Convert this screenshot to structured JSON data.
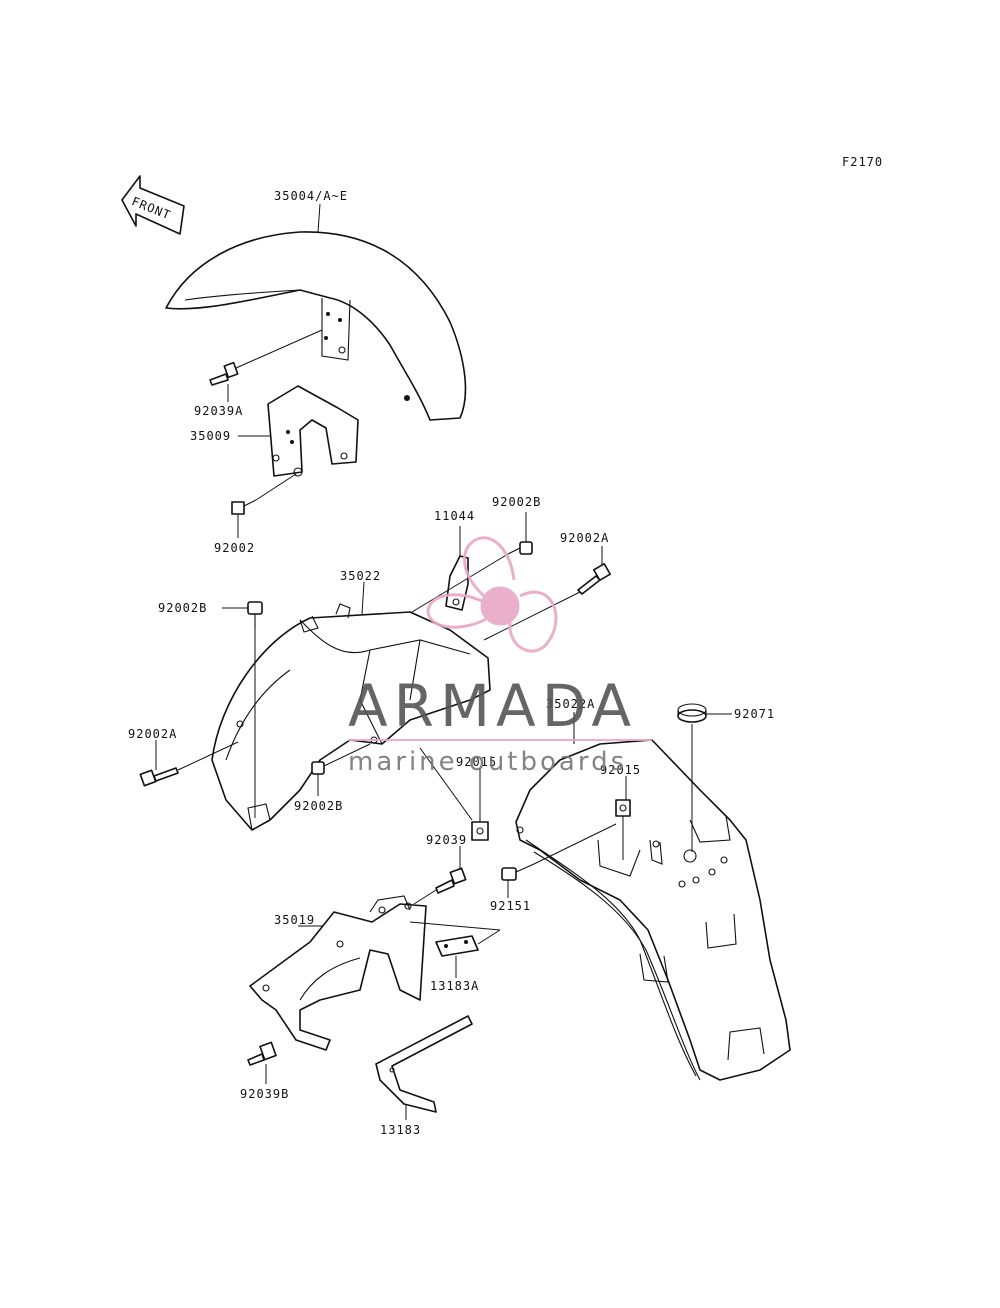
{
  "figure_code": "F2170",
  "direction_label": "FRONT",
  "watermark": {
    "brand": "ARMADA",
    "tagline": "marine outboards",
    "color": "#e8a8c6"
  },
  "parts": [
    {
      "id": "35004",
      "label": "35004/A~E"
    },
    {
      "id": "92039A",
      "label": "92039A"
    },
    {
      "id": "35009",
      "label": "35009"
    },
    {
      "id": "92002",
      "label": "92002"
    },
    {
      "id": "11044",
      "label": "11044"
    },
    {
      "id": "92002B_top",
      "label": "92002B"
    },
    {
      "id": "92002A_right",
      "label": "92002A"
    },
    {
      "id": "35022",
      "label": "35022"
    },
    {
      "id": "92002B_left",
      "label": "92002B"
    },
    {
      "id": "92002A_left",
      "label": "92002A"
    },
    {
      "id": "92002B_bottom",
      "label": "92002B"
    },
    {
      "id": "35022A",
      "label": "35022A"
    },
    {
      "id": "92071",
      "label": "92071"
    },
    {
      "id": "92015_a",
      "label": "92015"
    },
    {
      "id": "92015_b",
      "label": "92015"
    },
    {
      "id": "92039",
      "label": "92039"
    },
    {
      "id": "92151",
      "label": "92151"
    },
    {
      "id": "35019",
      "label": "35019"
    },
    {
      "id": "13183A",
      "label": "13183A"
    },
    {
      "id": "92039B",
      "label": "92039B"
    },
    {
      "id": "13183",
      "label": "13183"
    }
  ]
}
